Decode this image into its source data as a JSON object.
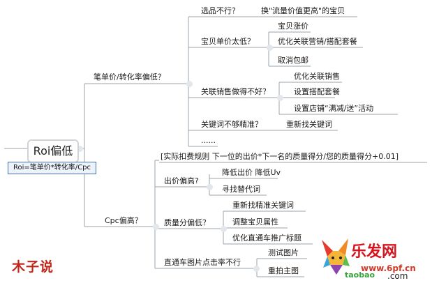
{
  "root": {
    "title": "Roi偏低",
    "formula": "Roi=笔单价*转化率/Cpc"
  },
  "branch_low_price": {
    "label": "笔单价/转化率偏低？",
    "items": {
      "product_selection": {
        "label": "选品不行？",
        "action": "换\"流量价值更高\"的宝贝"
      },
      "unit_price_low": {
        "label": "宝贝单价太低？",
        "children": [
          "宝贝涨价",
          "优化关联营销/搭配套餐",
          "取消包邮"
        ]
      },
      "related_sales": {
        "label": "关联销售做得不好？",
        "children": [
          "优化关联销售",
          "设置搭配套餐",
          "设置店铺“满减/送”活动"
        ]
      },
      "keywords": {
        "label": "关键词不够精准？",
        "action": "重新找关键词"
      },
      "more": "......"
    }
  },
  "branch_cpc": {
    "label": "Cpc偏高？",
    "rule": "[实际扣费规则   下一位的出价*下一名的质量得分/您的质量得分+0.01]",
    "items": {
      "bid_high": {
        "label": "出价偏高?",
        "children": [
          "降低出价    降低Uv",
          "寻找替代词"
        ]
      },
      "quality_low": {
        "label": "质量分偏低？",
        "children": [
          "重新找精准关键词",
          "调整宝贝属性",
          "优化直通车推广标题"
        ]
      },
      "ctr_low": {
        "label": "直通车图片点击率不行",
        "children": [
          "测试图片",
          "重拍主图"
        ]
      }
    }
  },
  "watermarks": {
    "brand": "木子说",
    "site_cn": "乐发网",
    "site_url": "www.6pf.cn",
    "taobao": "taobao",
    "com": ".com"
  },
  "colors": {
    "line": "#9aa3ad",
    "formula_border": "#3f6fb5",
    "brand_red": "#c0261a"
  }
}
